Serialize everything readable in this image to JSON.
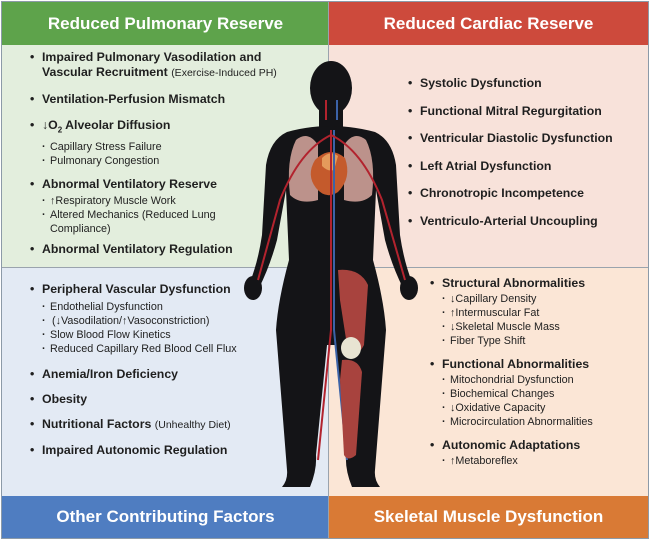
{
  "panels": {
    "pulmonary": {
      "title": "Reduced Pulmonary Reserve",
      "color": "#5ea34b",
      "item1_main": "Impaired Pulmonary Vasodilation and",
      "item1_main2": "Vascular Recruitment",
      "item1_note": "(Exercise-Induced PH)",
      "item2": "Ventilation-Perfusion Mismatch",
      "item3_arrow": "↓",
      "item3_o": "O",
      "item3_sub": "2",
      "item3_rest": "Alveolar Diffusion",
      "item3_sub1": "Capillary Stress Failure",
      "item3_sub2": "Pulmonary Congestion",
      "item4": "Abnormal Ventilatory Reserve",
      "item4_sub1": "↑Respiratory Muscle Work",
      "item4_sub2": "Altered Mechanics (Reduced Lung Compliance)",
      "item5": "Abnormal Ventilatory Regulation"
    },
    "cardiac": {
      "title": "Reduced Cardiac Reserve",
      "color": "#cd4a3c",
      "items": [
        "Systolic Dysfunction",
        "Functional Mitral Regurgitation",
        "Ventricular Diastolic Dysfunction",
        "Left Atrial Dysfunction",
        "Chronotropic Incompetence",
        "Ventriculo-Arterial Uncoupling"
      ]
    },
    "other": {
      "title": "Other Contributing Factors",
      "color": "#4f7dc1",
      "item1": "Peripheral Vascular Dysfunction",
      "item1_sub1": "Endothelial Dysfunction",
      "item1_sub1b": "(↓Vasodilation/↑Vasoconstriction)",
      "item1_sub2": "Slow Blood Flow Kinetics",
      "item1_sub3": "Reduced Capillary Red Blood Cell Flux",
      "item2": "Anemia/Iron Deficiency",
      "item3": "Obesity",
      "item4_main": "Nutritional Factors",
      "item4_note": "(Unhealthy Diet)",
      "item5": "Impaired Autonomic Regulation"
    },
    "muscle": {
      "title": "Skeletal Muscle Dysfunction",
      "color": "#d97a35",
      "group1": "Structural Abnormalities",
      "group1_items": [
        "↓Capillary Density",
        "↑Intermuscular Fat",
        "↓Skeletal Muscle Mass",
        "Fiber Type Shift"
      ],
      "group2": "Functional Abnormalities",
      "group2_items": [
        "Mitochondrial Dysfunction",
        "Biochemical Changes",
        "↓Oxidative Capacity",
        "Microcirculation Abnormalities"
      ],
      "group3": "Autonomic Adaptations",
      "group3_items": [
        "↑Metaboreflex"
      ]
    }
  }
}
